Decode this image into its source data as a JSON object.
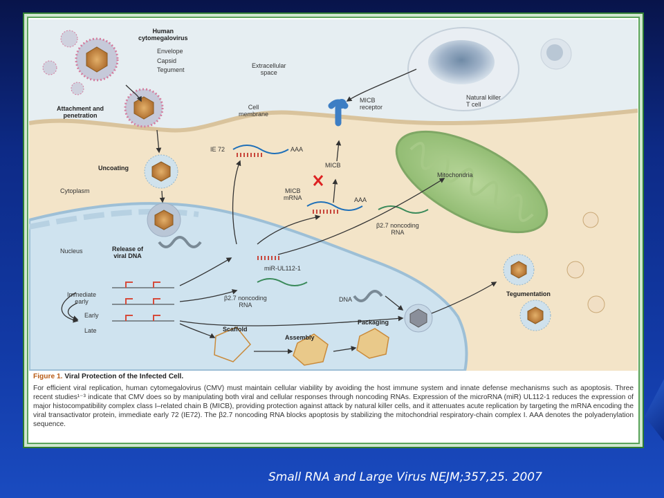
{
  "figure": {
    "labels": {
      "virus_name": "Human\ncytomegalovirus",
      "envelope": "Envelope",
      "capsid": "Capsid",
      "tegument": "Tegument",
      "extracellular": "Extracellular\nspace",
      "cell_membrane": "Cell\nmembrane",
      "attachment": "Attachment and\npenetration",
      "micb_receptor": "MICB\nreceptor",
      "nk_cell": "Natural killer\nT cell",
      "ie72": "IE 72",
      "aaa_1": "AAA",
      "micb": "MICB",
      "uncoating": "Uncoating",
      "mitochondria": "Mitochondria",
      "micb_mrna": "MICB\nmRNA",
      "aaa_2": "AAA",
      "cytoplasm": "Cytoplasm",
      "b27_upper": "β2.7 noncoding\nRNA",
      "nucleus": "Nucleus",
      "release": "Release of\nviral DNA",
      "mir": "miR-UL112-1",
      "immediate_early": "Immediate\nearly",
      "early": "Early",
      "late": "Late",
      "b27_lower": "β2.7 noncoding\nRNA",
      "dna": "DNA",
      "packaging": "Packaging",
      "scaffold": "Scaffold",
      "assembly": "Assembly",
      "tegumentation": "Tegumentation"
    }
  },
  "caption": {
    "title": "Figure 1.",
    "subtitle": "Viral Protection of the Infected Cell.",
    "text": "For efficient viral replication, human cytomegalovirus (CMV) must maintain cellular viability by avoiding the host immune system and innate defense mechanisms such as apoptosis. Three recent studies¹⁻³ indicate that CMV does so by manipulating both viral and cellular responses through noncoding RNAs. Expression of the microRNA (miR) UL112-1 reduces the expression of major histocompatibility complex class I–related chain B (MICB), providing protection against attack by natural killer cells, and it attenuates acute replication by targeting the mRNA encoding the viral transactivator protein, immediate early 72 (IE72). The β2.7 noncoding RNA blocks apoptosis by stabilizing the mitochondrial respiratory-chain complex I. AAA denotes the polyadenylation sequence."
  },
  "citation": "Small RNA and Large Virus NEJM;357,25. 2007"
}
